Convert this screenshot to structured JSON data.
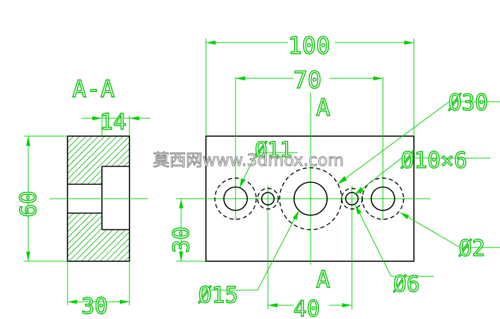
{
  "section_view": {
    "title": "A-A",
    "dim_width": "30",
    "dim_height": "60",
    "dim_slot": "14"
  },
  "front_view": {
    "dim_overall_width": "100",
    "dim_outer_centers": "70",
    "dim_inner_centers": "40",
    "dim_center_height": "30",
    "section_mark_top": "A",
    "section_mark_bottom": "A",
    "callouts": {
      "d30": "Ø30",
      "d11": "Ø11",
      "d10x6": "Ø10×6",
      "d2": "Ø2",
      "d15": "Ø15",
      "d6": "Ø6"
    }
  },
  "watermark": "莫西网www.3dmox.com",
  "colors": {
    "dimension": "#00d000",
    "outline": "#000000",
    "background": "#ffffff"
  }
}
